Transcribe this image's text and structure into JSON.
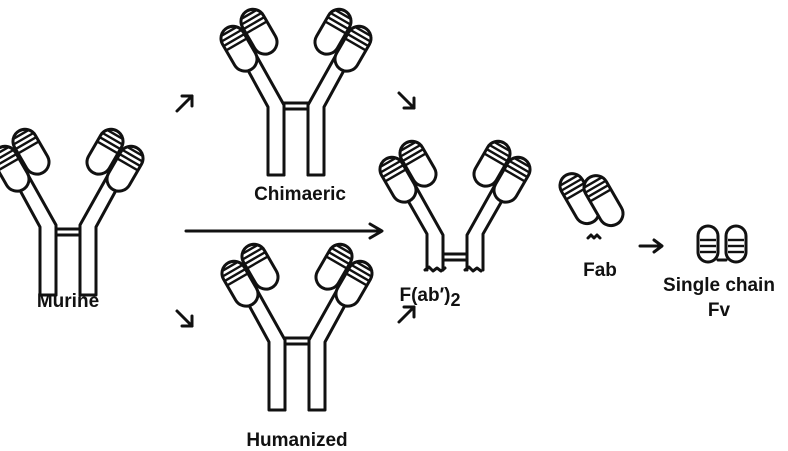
{
  "labels": {
    "murine": "Murine",
    "chimaeric": "Chimaeric",
    "humanized": "Humanized",
    "fab2_prefix": "F(ab′)",
    "fab2_subscript": "2",
    "fab": "Fab",
    "scfv_line1": "Single chain",
    "scfv_line2": "Fv"
  },
  "arrows": {
    "small": "↗",
    "small_down": "↘",
    "right": "→"
  },
  "colors": {
    "ink": "#111111",
    "paper": "#ffffff"
  }
}
